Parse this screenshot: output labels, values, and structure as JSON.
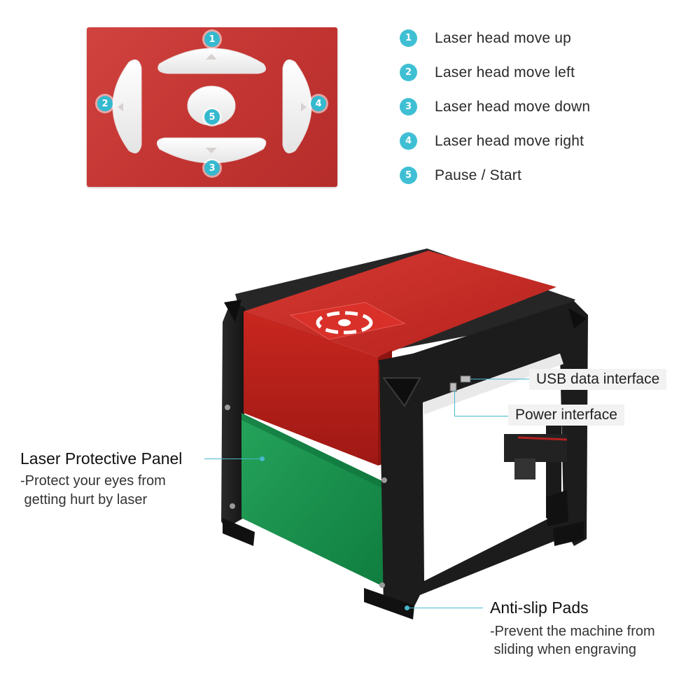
{
  "panel": {
    "markers": [
      "1",
      "2",
      "3",
      "4",
      "5"
    ]
  },
  "legend": [
    {
      "num": "1",
      "label": "Laser head move up"
    },
    {
      "num": "2",
      "label": "Laser head move left"
    },
    {
      "num": "3",
      "label": "Laser head move down"
    },
    {
      "num": "4",
      "label": "Laser head move right"
    },
    {
      "num": "5",
      "label": "Pause / Start"
    }
  ],
  "callouts": {
    "usb": "USB data interface",
    "power": "Power interface",
    "panel_title": "Laser Protective Panel",
    "panel_desc_1": "-Protect your eyes from",
    "panel_desc_2": " getting hurt by laser",
    "pads_title": "Anti-slip Pads",
    "pads_desc_1": "-Prevent the machine from",
    "pads_desc_2": " sliding when engraving"
  },
  "colors": {
    "accent": "#3fbfd4",
    "panel_red": "#c23431",
    "shield_green": "#1f9a55",
    "frame_black": "#1c1c1c"
  }
}
